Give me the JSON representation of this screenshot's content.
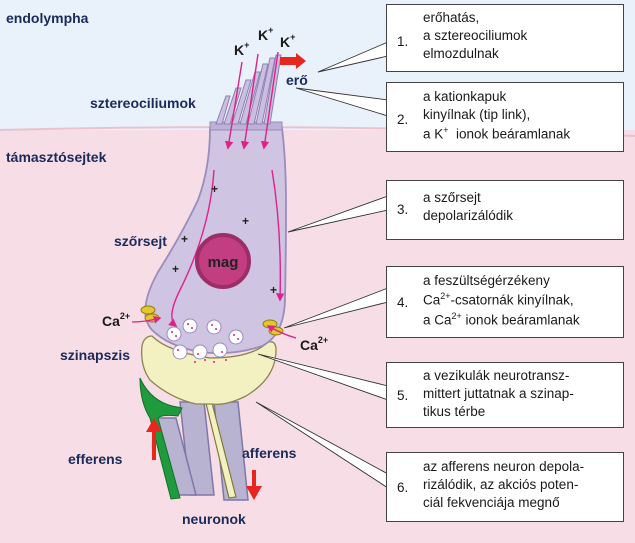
{
  "labels": {
    "endolympha": "endolympha",
    "tamasztosejtek": "támasztósejtek",
    "sztereociliumok": "sztereociliumok",
    "szorsejt": "szőrsejt",
    "szinapszis": "szinapszis",
    "efferens": "efferens",
    "afferens": "afferens",
    "neuronok": "neuronok",
    "mag": "mag",
    "ero": "erő"
  },
  "ions": {
    "k": "K",
    "k_charge": "+",
    "ca": "Ca",
    "ca_charge": "2+"
  },
  "plus_sign": "+",
  "steps": [
    {
      "num": "1.",
      "line1": "erőhatás,",
      "line2": "a sztereociliumok",
      "line3": "elmozdulnak"
    },
    {
      "num": "2.",
      "line1": "a kationkapuk",
      "line2": "kinyílnak (tip link),",
      "line3a": "a K",
      "line3sup": "+",
      "line3b": "  ionok beáramlanak"
    },
    {
      "num": "3.",
      "line1": "a szőrsejt",
      "line2": "depolarizálódik"
    },
    {
      "num": "4.",
      "line1": "a feszültségérzékeny",
      "line2a": "Ca",
      "line2sup": "2+",
      "line2b": "-csatornák kinyílnak,",
      "line3a": "a Ca",
      "line3sup": "2+",
      "line3b": " ionok beáramlanak"
    },
    {
      "num": "5.",
      "line1": "a vezikulák neurotransz-",
      "line2": "mittert juttatnak a szinap-",
      "line3": "tikus térbe"
    },
    {
      "num": "6.",
      "line1": "az afferens neuron depola-",
      "line2": "rizálódik, az akciós poten-",
      "line3": "ciál fekvenciája megnő"
    }
  ],
  "colors": {
    "endolymph": "#e9f1fb",
    "support_cells": "#f7dde5",
    "hair_cell": "#cfc4e2",
    "hair_cell_outline": "#9a8cbd",
    "nucleus": "#c23d82",
    "arrow_magenta": "#e0218a",
    "synapse_yellow": "#f3f0c2",
    "efferent_green": "#1f9a3c",
    "force_arrow": "#e8261f"
  }
}
